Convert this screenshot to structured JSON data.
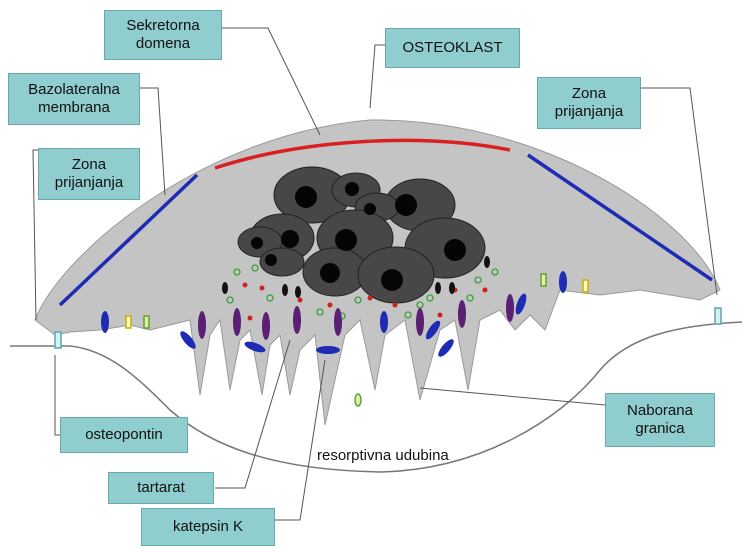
{
  "labels": {
    "sekretorna": "Sekretorna\ndomena",
    "osteoklast": "OSTEOKLAST",
    "bazolateralna": "Bazolateralna\nmembrana",
    "zona_left": "Zona\nprijanjanja",
    "zona_right": "Zona\nprijanjanja",
    "naborana": "Naborana\ngranica",
    "osteopontin": "osteopontin",
    "tartarat": "tartarat",
    "katepsin": "katepsin K",
    "resorptivna": "resorptivna udubina"
  },
  "colors": {
    "cell": "#c4c4c4",
    "nucleus": "#474747",
    "nucleolus": "#050505",
    "secretory": "#d91f1f",
    "basolateral": "#1f2bb5",
    "label_bg": "#8fcdcf",
    "vesicle_blue": "#1f2bb5",
    "vesicle_purple": "#5b1f74"
  }
}
